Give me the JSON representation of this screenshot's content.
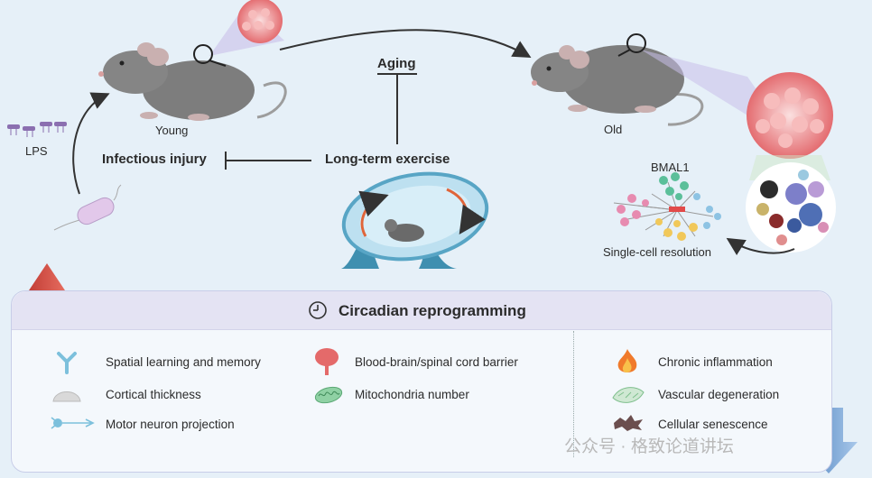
{
  "labels": {
    "young": "Young",
    "old": "Old",
    "lps": "LPS",
    "aging": "Aging",
    "infectious_injury": "Infectious injury",
    "long_term_exercise": "Long-term exercise",
    "bmal1": "BMAL1",
    "single_cell": "Single-cell resolution"
  },
  "panel": {
    "title": "Circadian reprogramming",
    "left_items": [
      {
        "label": "Spatial learning and memory",
        "icon": "neuron-y-icon"
      },
      {
        "label": "Cortical thickness",
        "icon": "brain-slice-icon"
      },
      {
        "label": "Motor neuron projection",
        "icon": "motor-neuron-icon"
      }
    ],
    "middle_items": [
      {
        "label": "Blood-brain/spinal cord barrier",
        "icon": "brain-spine-icon"
      },
      {
        "label": "Mitochondria number",
        "icon": "mitochondria-icon"
      }
    ],
    "right_items": [
      {
        "label": "Chronic inflammation",
        "icon": "fire-icon"
      },
      {
        "label": "Vascular degeneration",
        "icon": "vessel-icon"
      },
      {
        "label": "Cellular senescence",
        "icon": "senescent-cell-icon"
      }
    ]
  },
  "watermark": "公众号 · 格致论道讲坛",
  "colors": {
    "background": "#e6f0f8",
    "up_arrow": "#d9483b",
    "down_arrow": "#5b8fc7",
    "wheel": "#3f8fb0",
    "mouse": "#7d7d7d"
  }
}
